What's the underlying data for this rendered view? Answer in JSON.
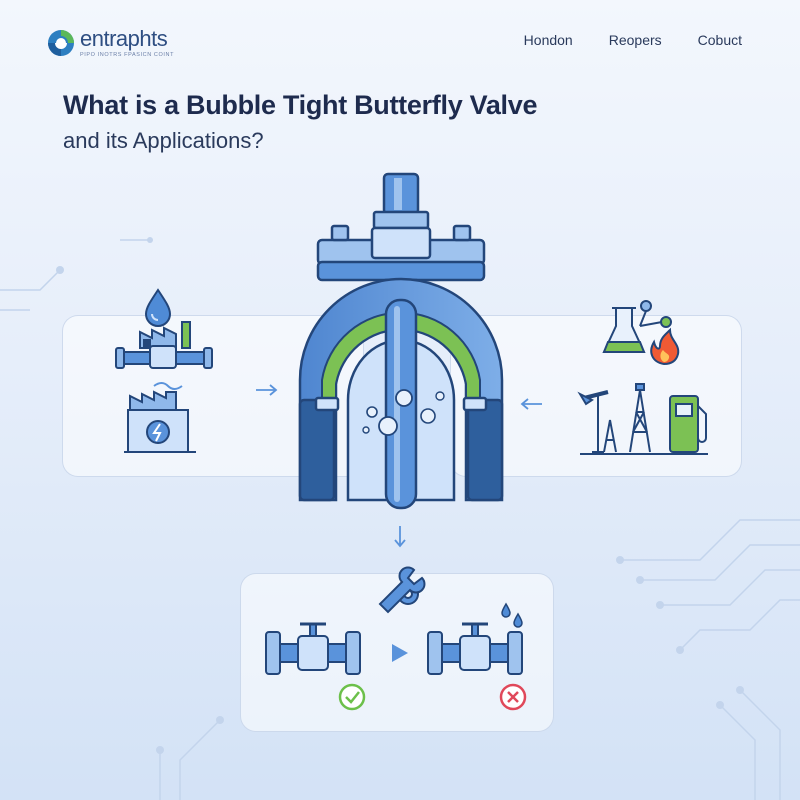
{
  "brand": {
    "name": "entraphts",
    "tagline": "PIPO INOTRS FPASICN COINT"
  },
  "nav": {
    "items": [
      "Hondon",
      "Reopers",
      "Cobuct"
    ]
  },
  "heading": {
    "title": "What is a Bubble Tight Butterfly Valve",
    "subtitle": "and its Applications?"
  },
  "colors": {
    "valve_blue": "#5a93db",
    "valve_light": "#9fc3ee",
    "seal_green": "#7cc154",
    "outline": "#23467a",
    "ok_green": "#6cc04a",
    "fail_red": "#e0485a"
  },
  "icons": {
    "left_panel": [
      "water-drop-icon",
      "factory-pipe-icon",
      "power-plant-icon"
    ],
    "right_panel": [
      "chemical-flask-icon",
      "flame-icon",
      "oil-derrick-icon",
      "pumpjack-icon",
      "fuel-pump-icon"
    ],
    "bottom_panel": [
      "wrench-gear-icon",
      "sealed-valve-icon",
      "leaking-valve-icon",
      "check-icon",
      "cross-icon"
    ]
  }
}
